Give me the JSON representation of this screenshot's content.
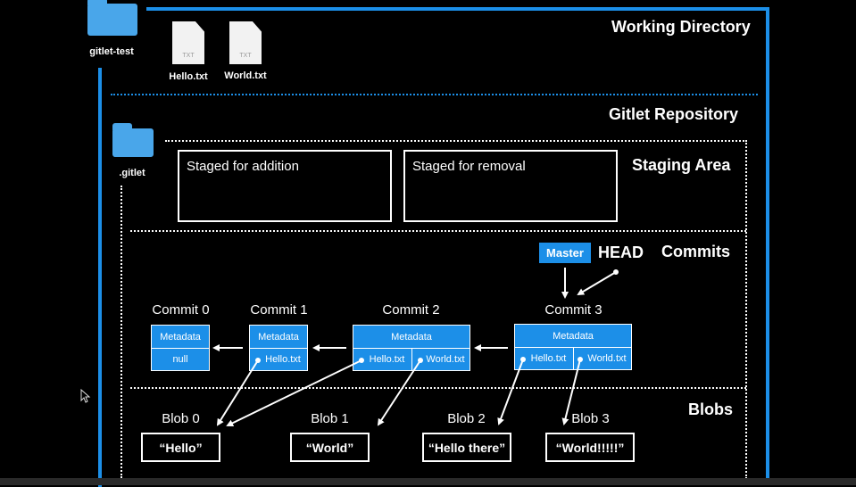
{
  "sections": {
    "working_directory": "Working Directory",
    "gitlet_repository": "Gitlet Repository",
    "staging_area": "Staging Area",
    "commits": "Commits",
    "blobs": "Blobs"
  },
  "folders": {
    "root": "gitlet-test",
    "gitlet": ".gitlet"
  },
  "files": [
    {
      "name": "Hello.txt",
      "ext": "TXT"
    },
    {
      "name": "World.txt",
      "ext": "TXT"
    }
  ],
  "staging": {
    "addition": "Staged for addition",
    "removal": "Staged for removal"
  },
  "pointers": {
    "master": "Master",
    "head": "HEAD"
  },
  "commits": [
    {
      "label": "Commit 0",
      "metadata": "Metadata",
      "refs": [
        "null"
      ]
    },
    {
      "label": "Commit 1",
      "metadata": "Metadata",
      "refs": [
        "Hello.txt"
      ]
    },
    {
      "label": "Commit 2",
      "metadata": "Metadata",
      "refs": [
        "Hello.txt",
        "World.txt"
      ]
    },
    {
      "label": "Commit 3",
      "metadata": "Metadata",
      "refs": [
        "Hello.txt",
        "World.txt"
      ]
    }
  ],
  "blobs": [
    {
      "label": "Blob 0",
      "content": "“Hello”"
    },
    {
      "label": "Blob 1",
      "content": "“World”"
    },
    {
      "label": "Blob 2",
      "content": "“Hello there”"
    },
    {
      "label": "Blob 3",
      "content": "“World!!!!!”"
    }
  ],
  "colors": {
    "accent": "#1c8fe8",
    "folder": "#49a6ea",
    "background": "#000000"
  }
}
